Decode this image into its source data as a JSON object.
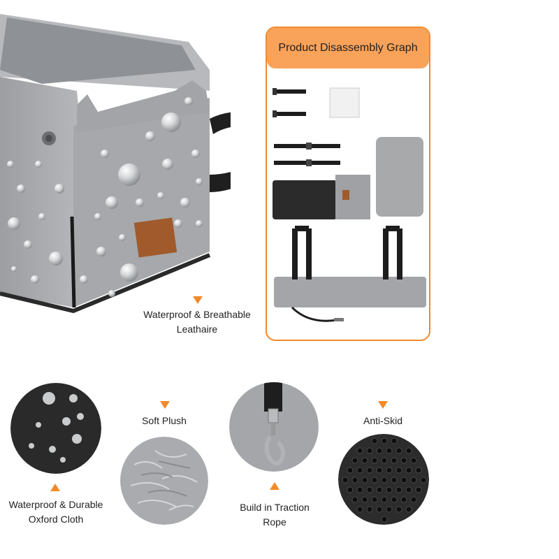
{
  "panel": {
    "title": "Product Disassembly Graph"
  },
  "main_feature": {
    "line1": "Waterproof & Breathable",
    "line2": "Leathaire"
  },
  "features": [
    {
      "line1": "Waterproof & Durable",
      "line2": "Oxford Cloth",
      "icon": "waterproof-cloth-closeup"
    },
    {
      "line1": "Soft Plush",
      "line2": "",
      "icon": "plush-closeup"
    },
    {
      "line1": "Build in Traction",
      "line2": "Rope",
      "icon": "traction-rope-hook-closeup"
    },
    {
      "line1": "Anti-Skid",
      "line2": "",
      "icon": "anti-skid-dots-closeup"
    }
  ],
  "colors": {
    "accent": "#f58a2a",
    "panel_header": "#f9a25a",
    "fabric_gray": "#a9aaac",
    "dark_fabric": "#2b2b2b"
  }
}
